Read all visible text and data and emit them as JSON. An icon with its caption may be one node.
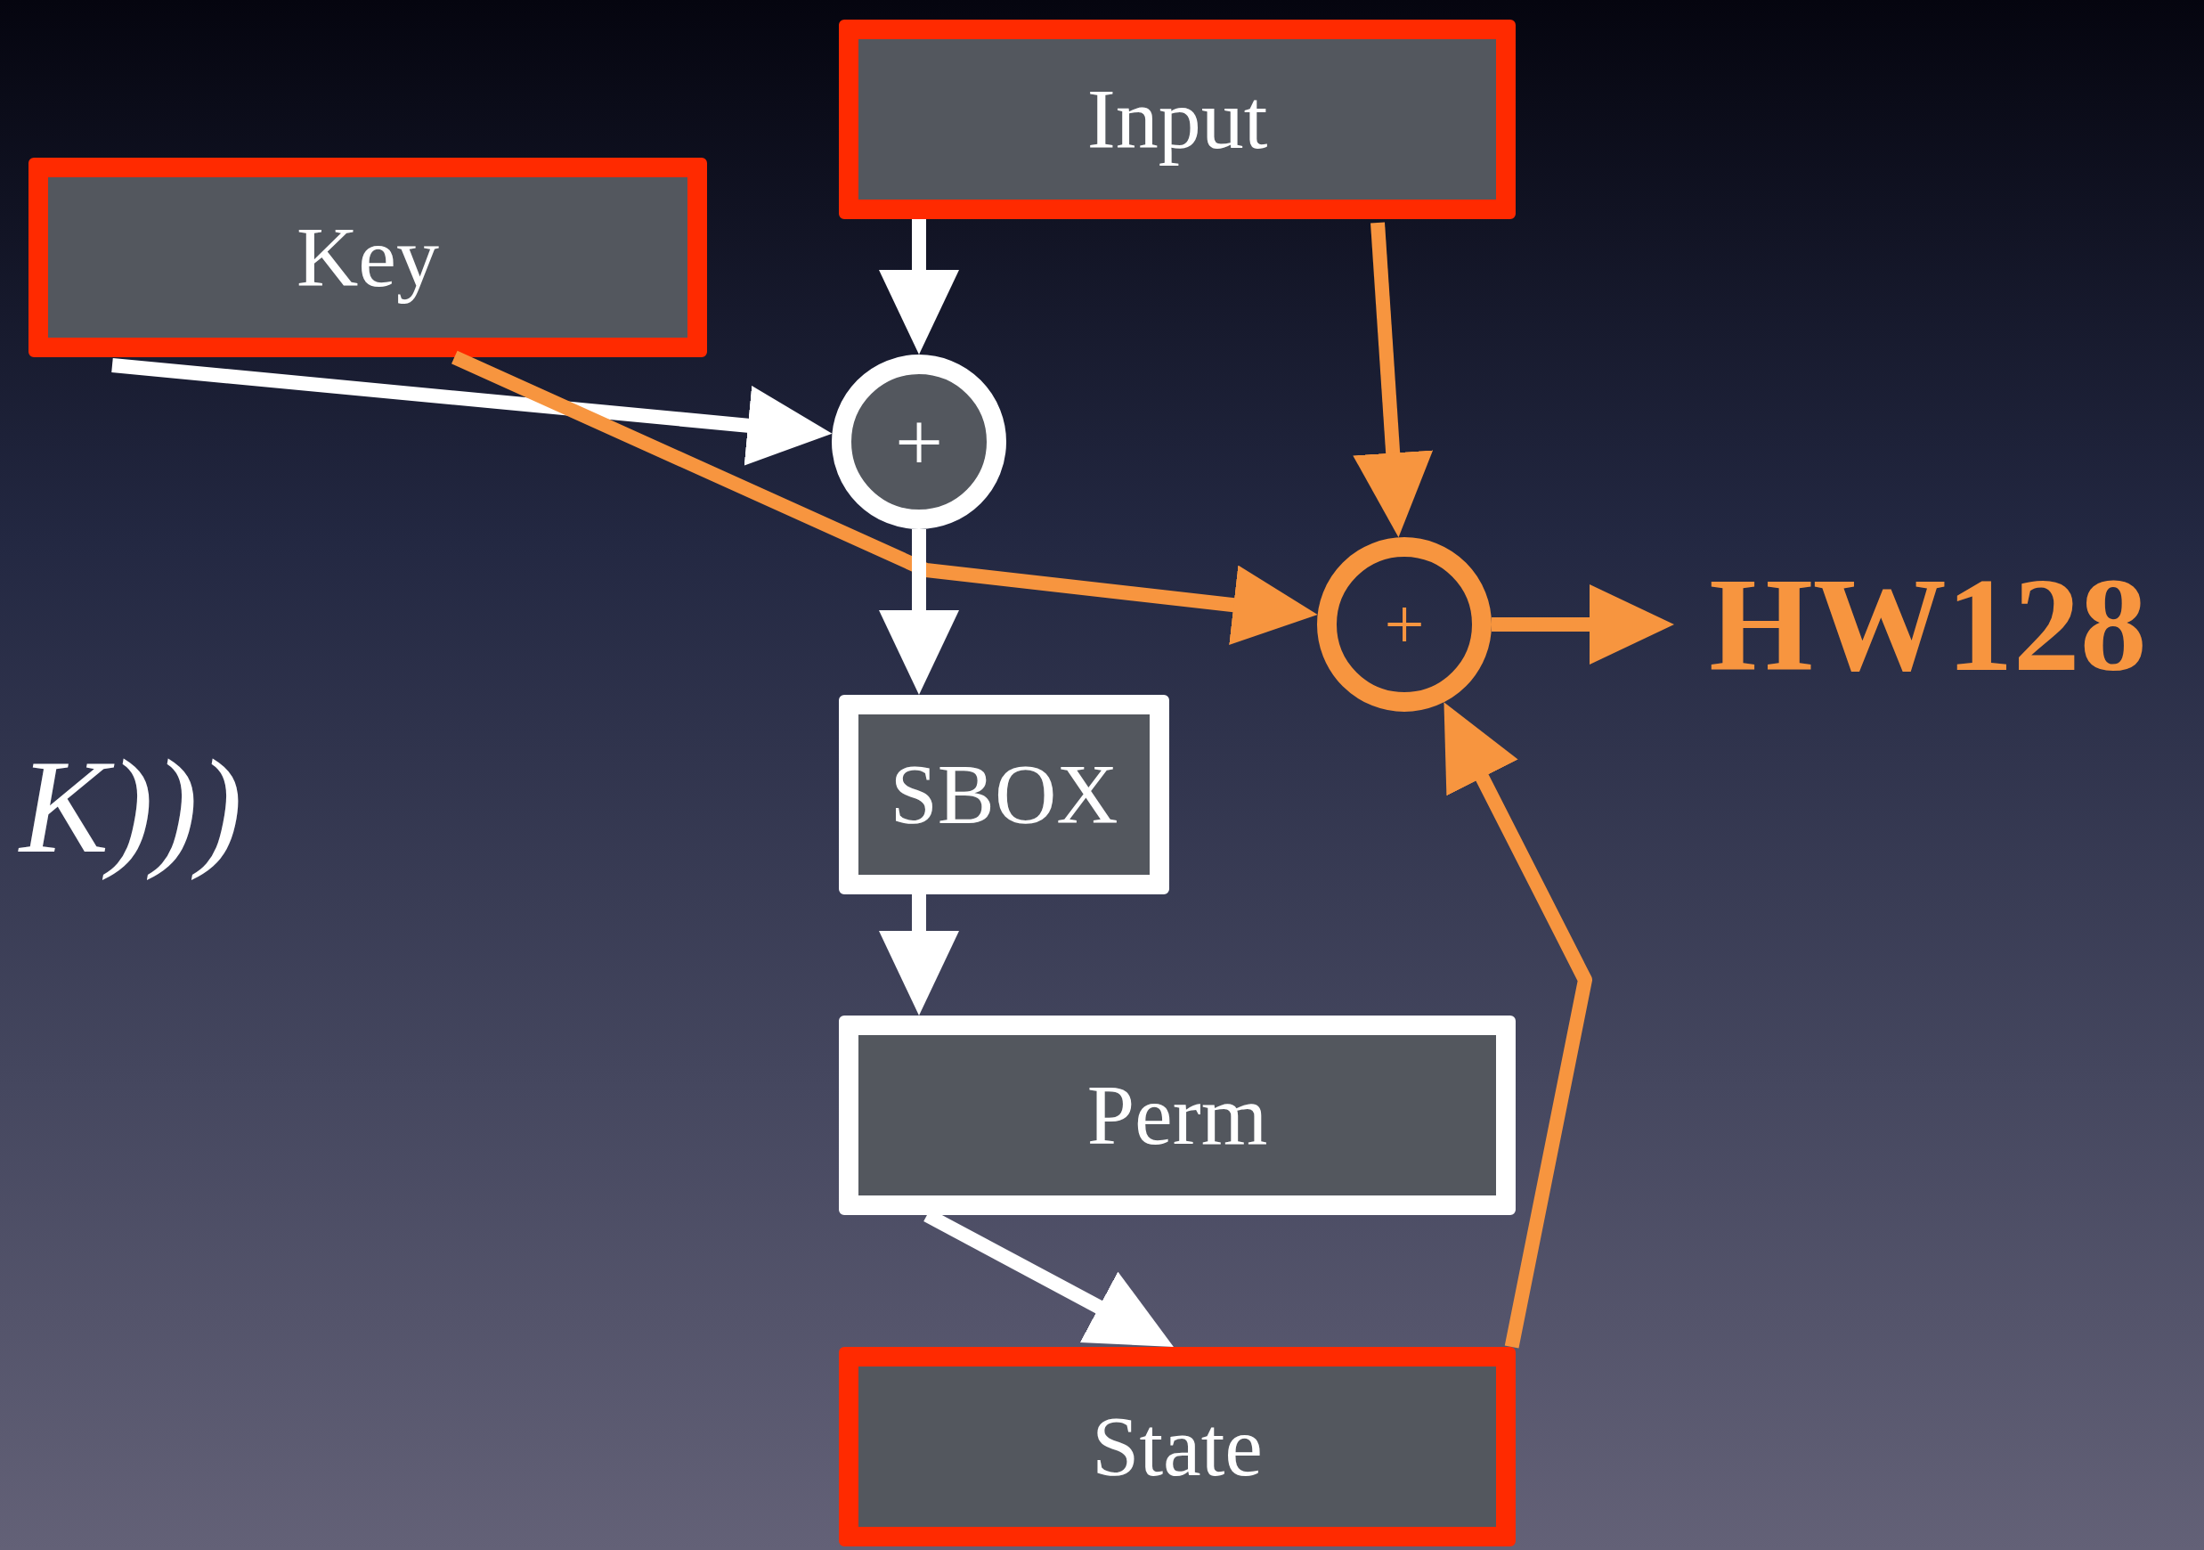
{
  "diagram": {
    "nodes": [
      {
        "text": [
          "Input"
        ]
      },
      {
        "text": [
          "Key"
        ]
      },
      {
        "text": [
          "+"
        ]
      },
      {
        "text": [
          "+"
        ]
      },
      {
        "text": [
          "HW128"
        ]
      },
      {
        "text": [
          "SBOX"
        ]
      },
      {
        "text": [
          "Perm"
        ]
      },
      {
        "text": [
          "State"
        ]
      }
    ],
    "edges": [
      {
        "from": 0,
        "to": 2,
        "arrow": "to"
      },
      {
        "from": 1,
        "to": 2,
        "arrow": "to"
      },
      {
        "from": 0,
        "to": 3,
        "arrow": "to",
        "color": "#f7953f"
      },
      {
        "from": 1,
        "to": 3,
        "arrow": "to",
        "color": "#f7953f"
      },
      {
        "from": 2,
        "to": 5,
        "arrow": "to"
      },
      {
        "from": 5,
        "to": 6,
        "arrow": "to"
      },
      {
        "from": 6,
        "to": 7,
        "arrow": "to"
      },
      {
        "from": 7,
        "to": 3,
        "arrow": "to",
        "color": "#f7953f"
      },
      {
        "from": 3,
        "to": 4,
        "arrow": "to",
        "color": "#f7953f"
      }
    ],
    "labels": [
      "K)))"
    ]
  }
}
